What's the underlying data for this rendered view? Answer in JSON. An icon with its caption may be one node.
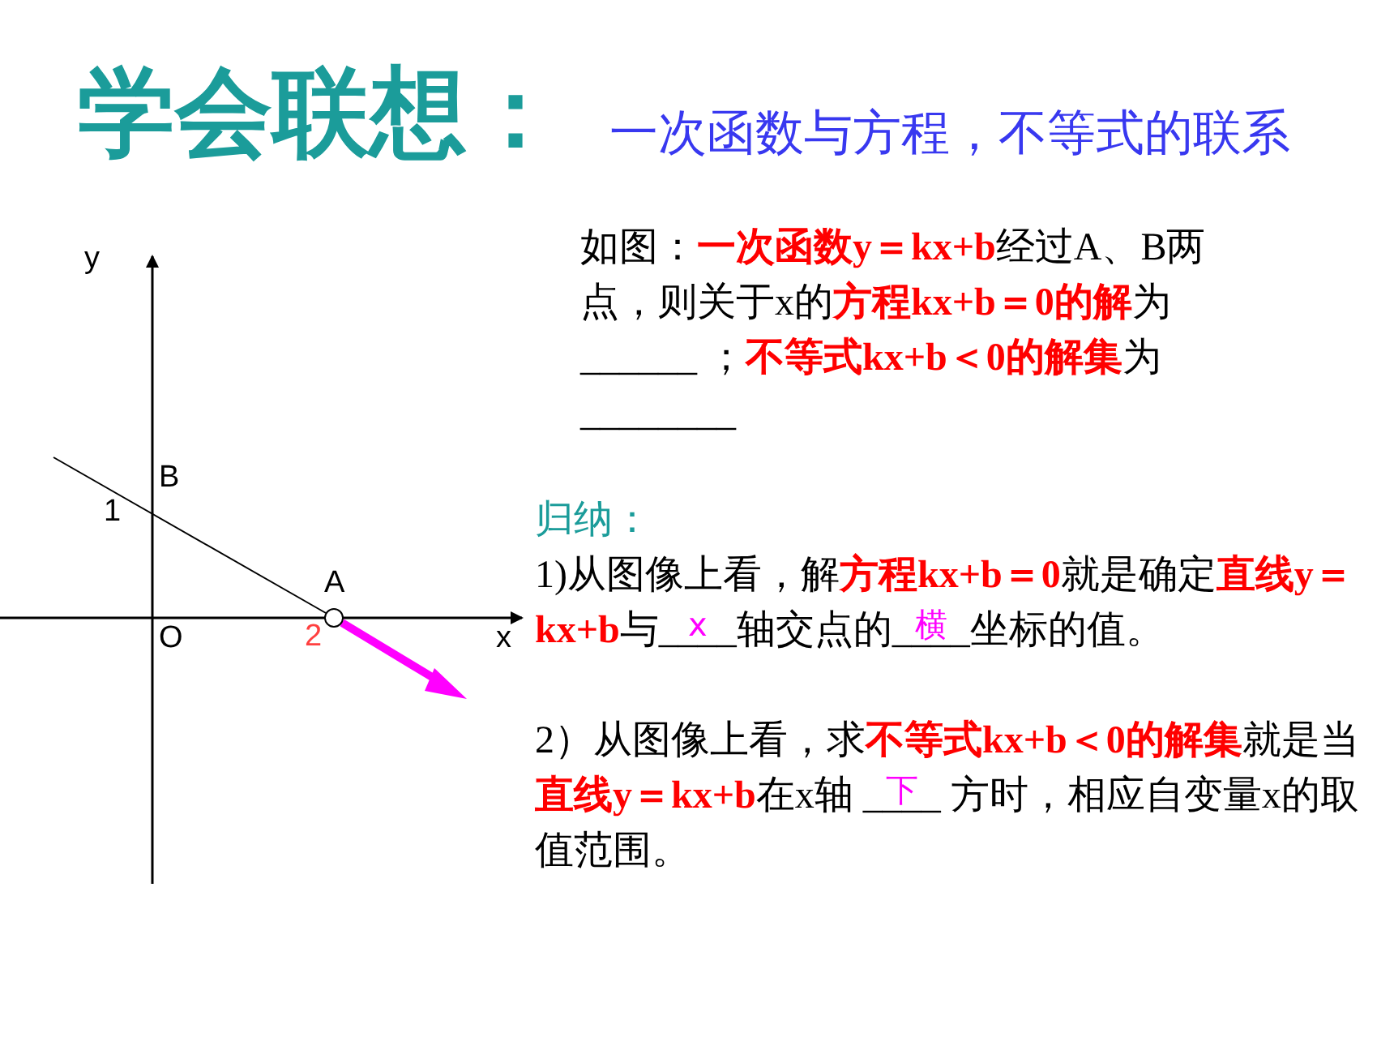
{
  "diagram": {
    "title": "学会联想：",
    "nodes": [
      {
        "text": [],
        "shape": "circle",
        "beside": [
          "A"
        ]
      }
    ],
    "labels": [
      "一次函数与方程，不等式的联系",
      "y",
      "B",
      "1",
      "O",
      "2",
      "x",
      "如图：**一次函数y＝kx+b**经过A、B两点，则关于x的**方程kx+b＝0的解**为______ ；**不等式kx+b＜0的解集**为________",
      "归纳：",
      "1)从图像上看，解**方程kx+b＝0**就是确定**直线y＝kx+b**与____轴交点的____坐标的值。",
      "x",
      "横",
      "2）从图像上看，求**不等式kx+b＜0的解集**就是当**直线y＝kx+b**在x轴 ____ 方时，相应自变量x的取值范围。",
      "下"
    ]
  }
}
